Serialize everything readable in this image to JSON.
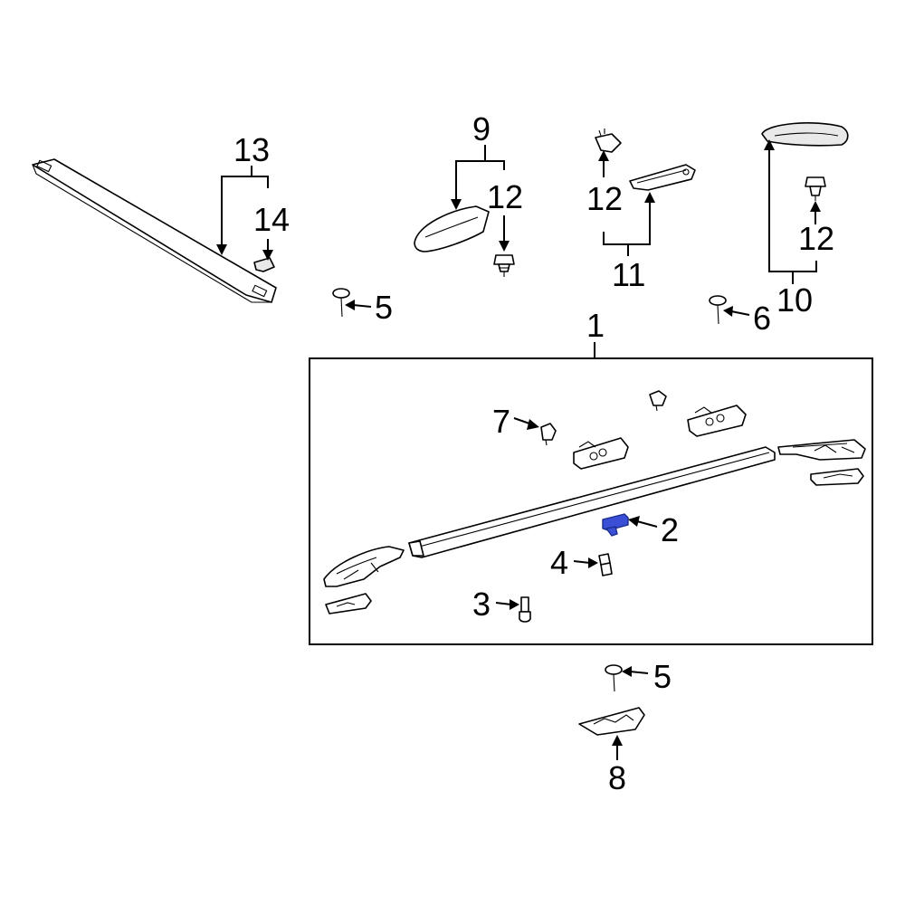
{
  "colors": {
    "line": "#000000",
    "background": "#ffffff",
    "highlight": "#3b4fd6"
  },
  "callouts": {
    "c1": "1",
    "c2": "2",
    "c3": "3",
    "c4": "4",
    "c5_top": "5",
    "c5_bottom": "5",
    "c6": "6",
    "c7": "7",
    "c8": "8",
    "c9": "9",
    "c10": "10",
    "c11": "11",
    "c12_a": "12",
    "c12_b": "12",
    "c12_c": "12",
    "c13": "13",
    "c14": "14"
  }
}
